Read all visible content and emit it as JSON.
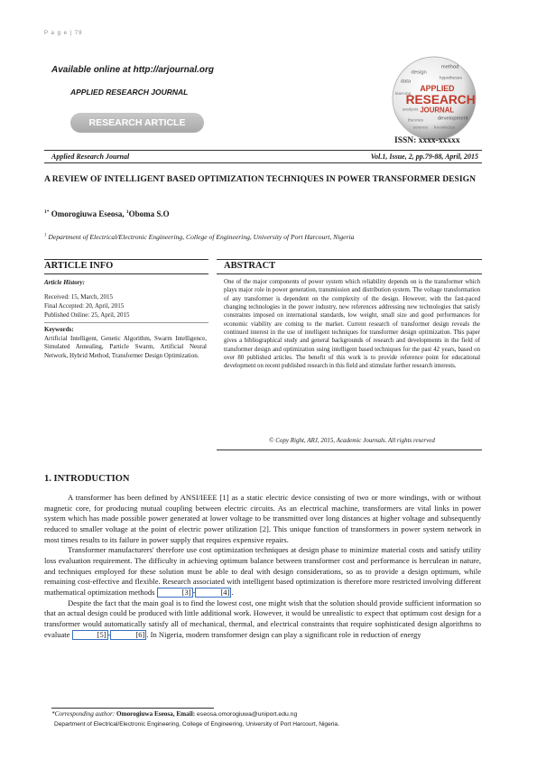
{
  "page_label": "P a g e | 79",
  "available_online": "Available online at http://arjournal.org",
  "journal_name": "APPLIED RESEARCH JOURNAL",
  "article_type": "RESEARCH ARTICLE",
  "logo": {
    "center_line1": "APPLIED",
    "center_line2": "RESEARCH",
    "center_line3": "JOURNAL",
    "words": [
      "method",
      "design",
      "data",
      "hypotheses",
      "learning",
      "development",
      "theories",
      "science",
      "knowledge",
      "analysis"
    ],
    "accent_color": "#c0392b"
  },
  "issn": "ISSN: xxxx-xxxxx",
  "header": {
    "journal": "Applied Research Journal",
    "volume": "Vol.1, Issue, 2, pp.79-88, April, 2015"
  },
  "title": "A REVIEW OF INTELLIGENT BASED OPTIMIZATION TECHNIQUES IN POWER TRANSFORMER DESIGN",
  "authors": {
    "a1_sup": "1*",
    "a1_name": " Omorogiuwa Eseosa, ",
    "a2_sup": "1",
    "a2_name": "Oboma S.O"
  },
  "affiliation": {
    "sup": "1",
    "text": " Department of Electrical/Electronic Engineering, College of Engineering, University of Port Harcourt, Nigeria"
  },
  "article_info": {
    "heading": "ARTICLE INFO",
    "history_label": "Article History:",
    "received": "Received: 15, March, 2015",
    "accepted": "Final Accepted: 20, April, 2015",
    "published": "Published Online: 25, April, 2015",
    "keywords_label": "Keywords:",
    "keywords": "Artificial Intelligent, Genetic Algorithm, Swarm Intelligence, Simulated Annealing, Particle Swarm, Artificial Neural Network, Hybrid Method, Transformer Design Optimization."
  },
  "abstract": {
    "heading": "ABSTRACT",
    "text": "One of the major components of power system which reliability depends on is the transformer which plays major role in power generation, transmission and distribution system. The voltage transformation of any transformer is dependent on the complexity of the design. However, with the fast-paced changing technologies in the power industry, new references addressing new technologies that satisfy constraints imposed on international standards, low weight, small size and good performances for economic viability are coming to the market. Current research of transformer design reveals the continued interest in the use of intelligent techniques for transformer design optimization. This paper gives a bibliographical study and general backgrounds of research and developments in the field of transformer design and optimization using intelligent based techniques for the past 42 years, based on over 80 published articles. The benefit of this work is to provide reference point for educational development on recent published research in this field and stimulate further research interests.",
    "copyright": "© Copy Right, ARJ, 2015, Academic Journals. All rights reserved"
  },
  "intro": {
    "heading": "1. INTRODUCTION",
    "p1": "A transformer has been defined by ANSI/IEEE [1] as a static electric device consisting of two or more windings, with or without magnetic core, for producing mutual coupling between electric circuits. As an electrical machine, transformers are vital links in power system which has made possible power generated at lower voltage to be transmitted over long distances at higher voltage and subsequently reduced to smaller voltage at the point of electric power utilization [2]. This unique function of transformers in power system network in most times results to its failure in power supply that requires expensive repairs.",
    "p2a": "Transformer manufacturers' therefore use cost optimization techniques at design phase to minimize material costs and satisfy utility loss evaluation requirement. The difficulty in achieving optimum balance between transformer cost and performance is herculean in nature, and techniques employed for these solution must be able to deal with design considerations, so as to provide a design optimum, while remaining cost-effective and flexible. Research associated with intelligent based optimization is therefore more restricted involving different mathematical optimization methods ",
    "p2_ref1": "[3]",
    "p2_sep": "-",
    "p2_ref2": "[4]",
    "p2_end": ".",
    "p3a": "Despite the fact that the main goal is to find the lowest cost, one might wish that the solution should provide sufficient information so that an actual design could be produced with little additional work. However, it would be unrealistic to expect that optimum cost design for a transformer would automatically satisfy all of mechanical, thermal, and electrical constraints that require sophisticated design algorithms to evaluate ",
    "p3_ref1": "[5]",
    "p3_sep": "-",
    "p3_ref2": "[6]",
    "p3b": ". In Nigeria, modern transformer design can play a significant role in reduction of energy"
  },
  "footnote": {
    "label": "*Corresponding author: ",
    "author": "Omorogiuwa Eseosa, Email:",
    "email": " eseosa.omorogiuwa@uniport.edu.ng",
    "dept": "Department of Electrical/Electronic Engineering, College of Engineering, University of Port Harcourt, Nigeria."
  }
}
